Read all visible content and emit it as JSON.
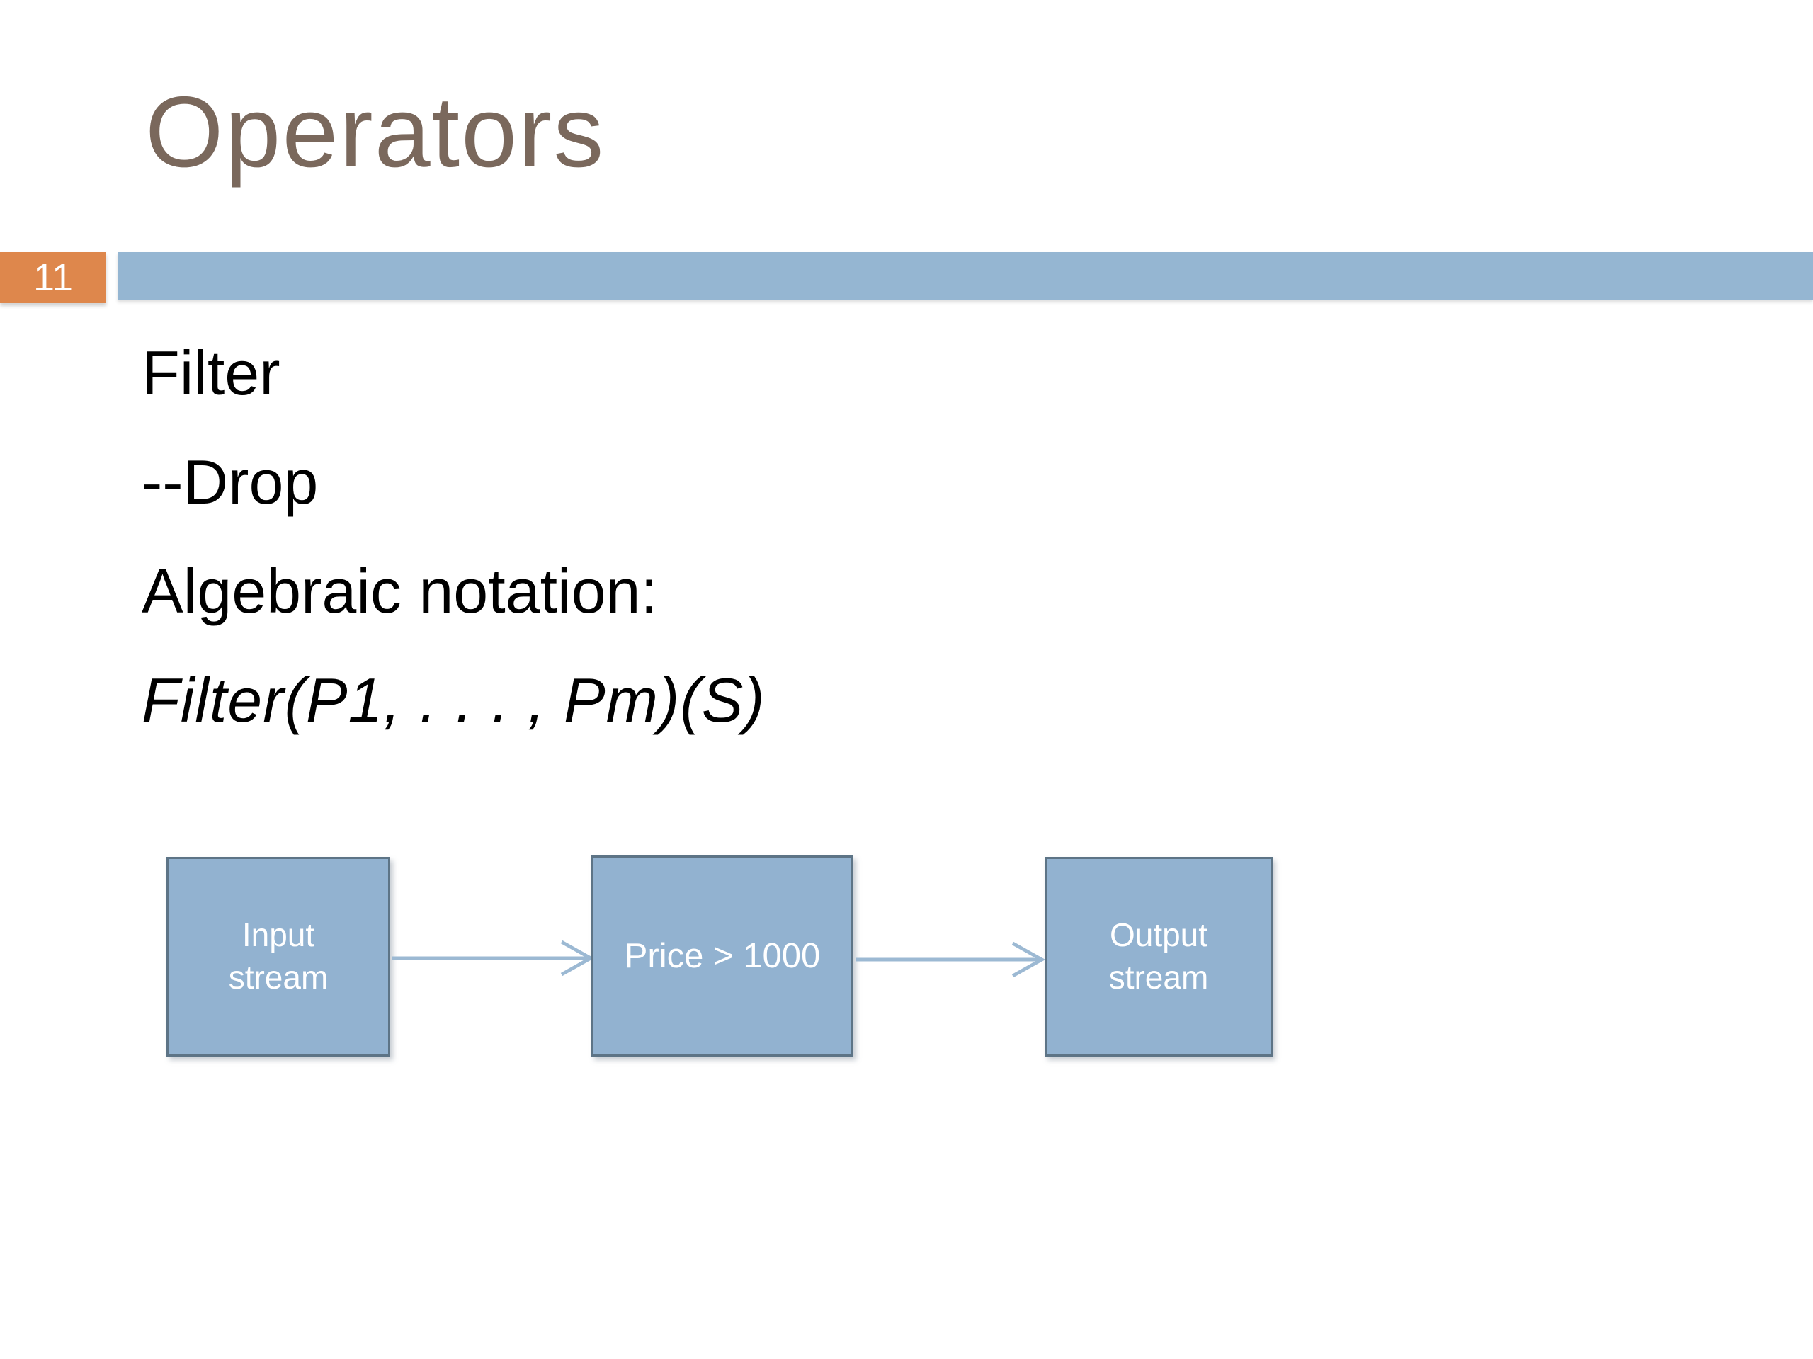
{
  "slide": {
    "title": "Operators",
    "page_number": "11",
    "body_lines": [
      {
        "text": "Filter",
        "style": "regular"
      },
      {
        "text": "--Drop",
        "style": "regular"
      },
      {
        "text": "Algebraic notation:",
        "style": "regular"
      },
      {
        "text": "Filter(P1, . . . , Pm)(S)",
        "style": "italic"
      }
    ],
    "diagram": {
      "nodes": [
        {
          "id": "input",
          "lines": [
            "Input",
            "stream"
          ]
        },
        {
          "id": "filter",
          "lines": [
            "Price > 1000"
          ]
        },
        {
          "id": "output",
          "lines": [
            "Output",
            "stream"
          ]
        }
      ],
      "connections": [
        {
          "from": "input",
          "to": "filter",
          "icon": "right-arrow"
        },
        {
          "from": "filter",
          "to": "output",
          "icon": "right-arrow"
        }
      ]
    },
    "colors": {
      "title_text": "#7a685c",
      "page_tab_bg": "#de874c",
      "accent_bar": "#95b6d2",
      "node_fill": "#92b2d0",
      "node_border": "#5d7486",
      "node_text": "#ffffff",
      "arrow": "#9cb9d3",
      "body_text": "#000000",
      "background": "#ffffff"
    }
  }
}
